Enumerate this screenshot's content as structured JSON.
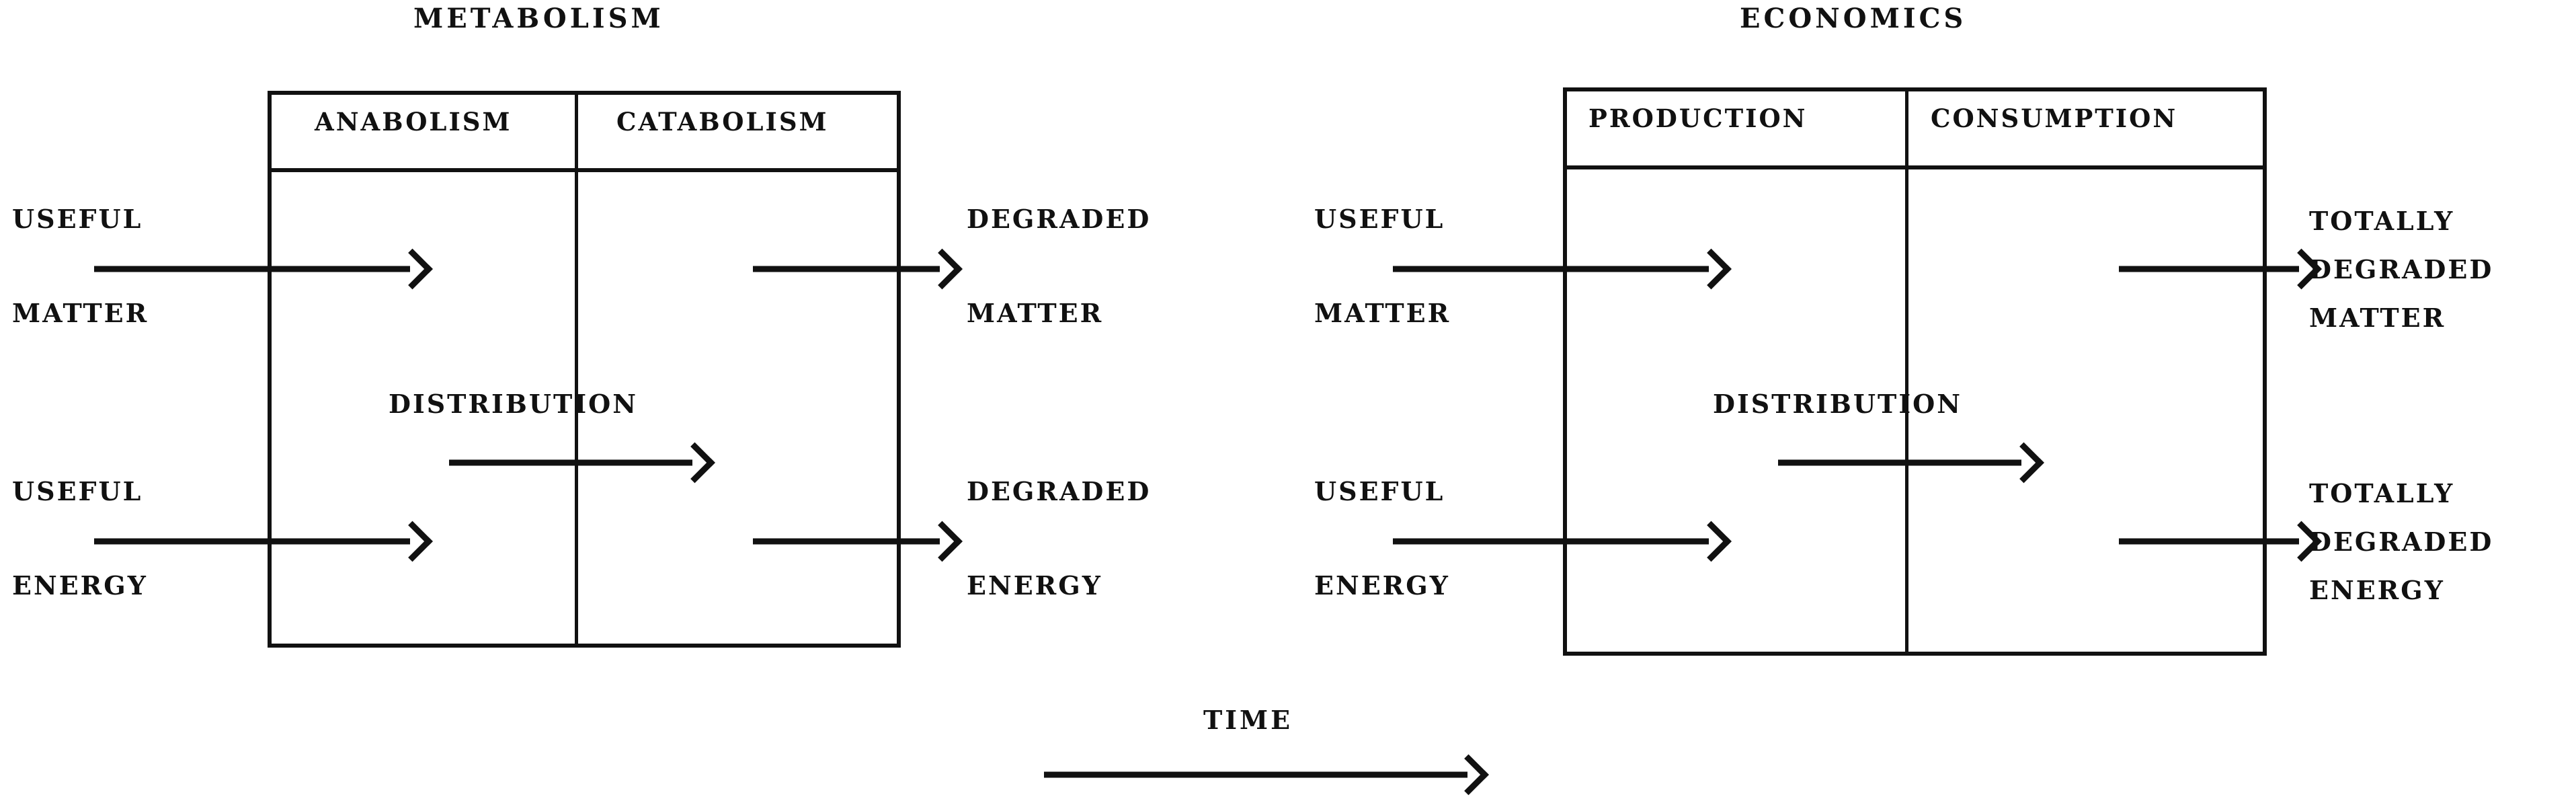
{
  "figure": {
    "background_color": "#ffffff",
    "ink_color": "#111111"
  },
  "panels": [
    {
      "id": "metabolism",
      "title": "METABOLISM",
      "columns": [
        "ANABOLISM",
        "CATABOLISM"
      ],
      "internal_label": "DISTRIBUTION",
      "inputs": [
        {
          "line1": "USEFUL",
          "line2": "MATTER"
        },
        {
          "line1": "USEFUL",
          "line2": "ENERGY"
        }
      ],
      "outputs": [
        {
          "line1": "DEGRADED",
          "line2": "MATTER"
        },
        {
          "line1": "DEGRADED",
          "line2": "ENERGY"
        }
      ]
    },
    {
      "id": "economics",
      "title": "ECONOMICS",
      "columns": [
        "PRODUCTION",
        "CONSUMPTION"
      ],
      "internal_label": "DISTRIBUTION",
      "inputs": [
        {
          "line1": "USEFUL",
          "line2": "MATTER"
        },
        {
          "line1": "USEFUL",
          "line2": "ENERGY"
        }
      ],
      "outputs": [
        {
          "line1": "TOTALLY",
          "line2": "DEGRADED",
          "line3": "MATTER"
        },
        {
          "line1": "TOTALLY",
          "line2": "DEGRADED",
          "line3": "ENERGY"
        }
      ]
    }
  ],
  "axis": {
    "label": "TIME",
    "direction": "left-to-right"
  }
}
